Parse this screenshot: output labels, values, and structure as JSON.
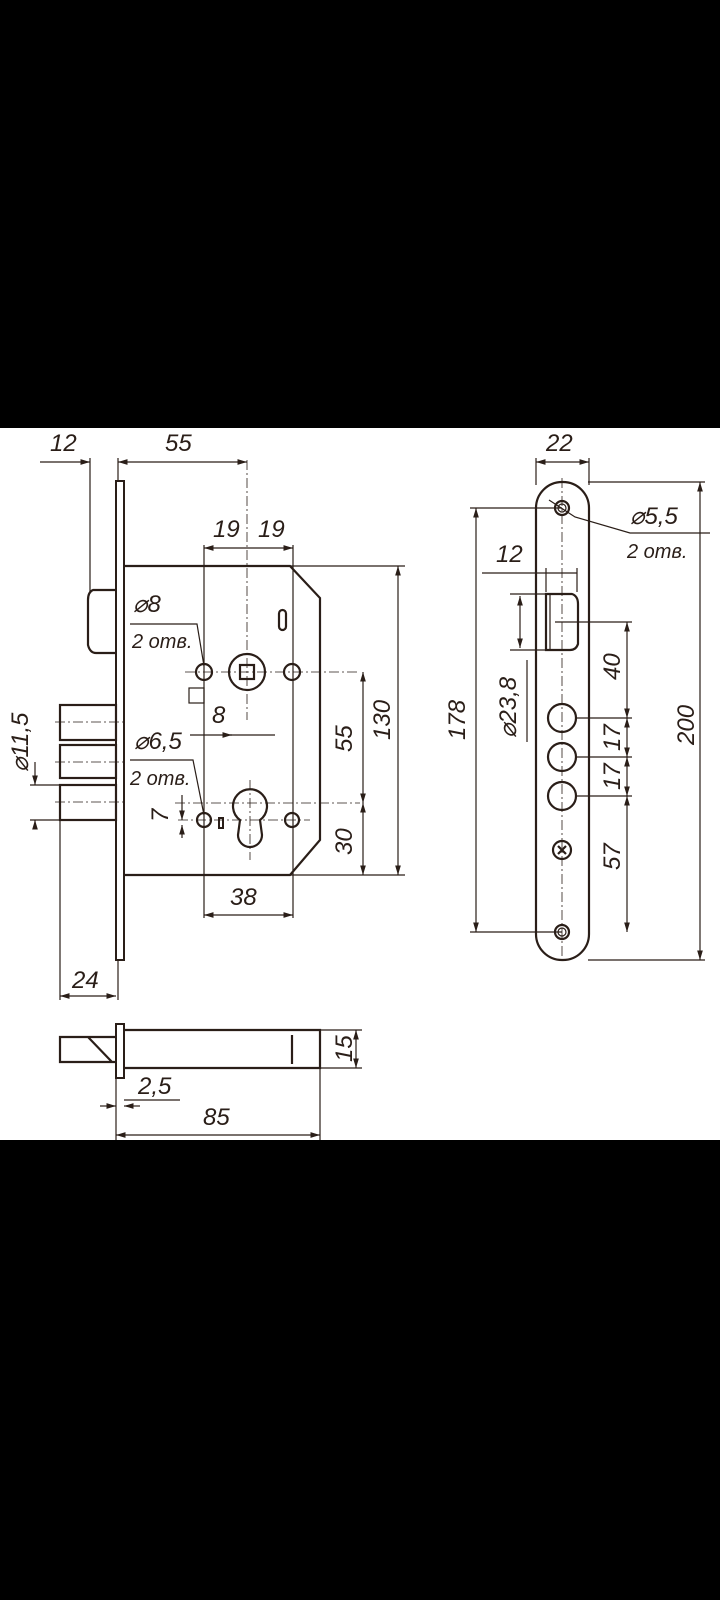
{
  "front_view": {
    "dim_backset_bolt": "12",
    "dim_backset": "55",
    "dim_hole_left": "19",
    "dim_hole_right": "19",
    "hole_diameter_top": "⌀8",
    "holes_count_top": "2 отв.",
    "spindle_square": "8",
    "hole_diameter_bottom": "⌀6,5",
    "holes_count_bottom": "2 отв.",
    "dim_center_distance": "55",
    "dim_height": "130",
    "dim_cylinder_offset": "30",
    "dim_small_offset": "7",
    "dim_hole_spacing": "38",
    "bolt_diameter": "⌀11,5",
    "bolt_throw": "24"
  },
  "faceplate_view": {
    "dim_width": "22",
    "screw_hole_diameter": "⌀5,5",
    "screw_holes_count": "2 отв.",
    "dim_latch_width": "12",
    "bolt_diameter": "⌀23,8",
    "dim_screw_spacing": "178",
    "dim_latch_to_bolt": "40",
    "dim_bolt_spacing_1": "17",
    "dim_bolt_spacing_2": "17",
    "dim_bolt_to_screw": "57",
    "dim_total_height": "200"
  },
  "side_view": {
    "dim_thickness": "15",
    "dim_plate_thickness": "2,5",
    "dim_depth": "85"
  }
}
